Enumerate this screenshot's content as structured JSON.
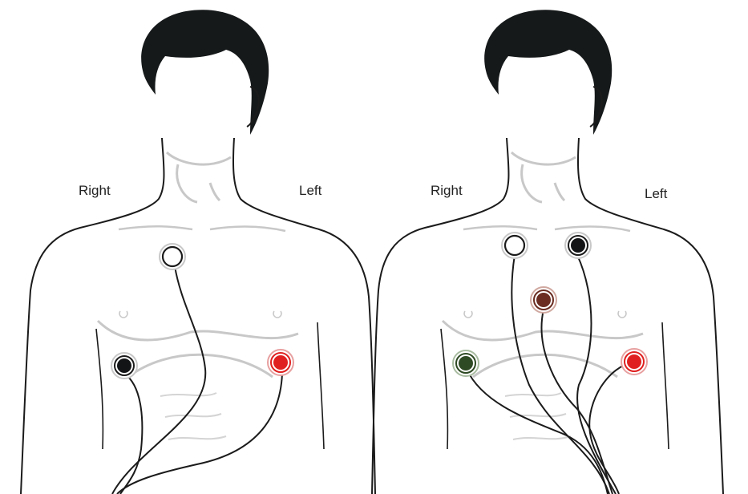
{
  "labels": {
    "left_figure": {
      "right": "Right",
      "left": "Left"
    },
    "right_figure": {
      "right": "Right",
      "left": "Left"
    }
  },
  "colors": {
    "hair": "#16191a",
    "outline": "#1b1b1b",
    "muscle_lines": "#c8c8c8",
    "electrode_white": "#ffffff",
    "electrode_black": "#121416",
    "electrode_red": "#e02020",
    "electrode_brown": "#6b2d22",
    "electrode_green": "#2e4a24"
  },
  "figures": [
    {
      "name": "three-lead",
      "electrodes": [
        "white",
        "black",
        "red"
      ]
    },
    {
      "name": "five-lead",
      "electrodes": [
        "white",
        "black",
        "brown",
        "green",
        "red"
      ]
    }
  ]
}
